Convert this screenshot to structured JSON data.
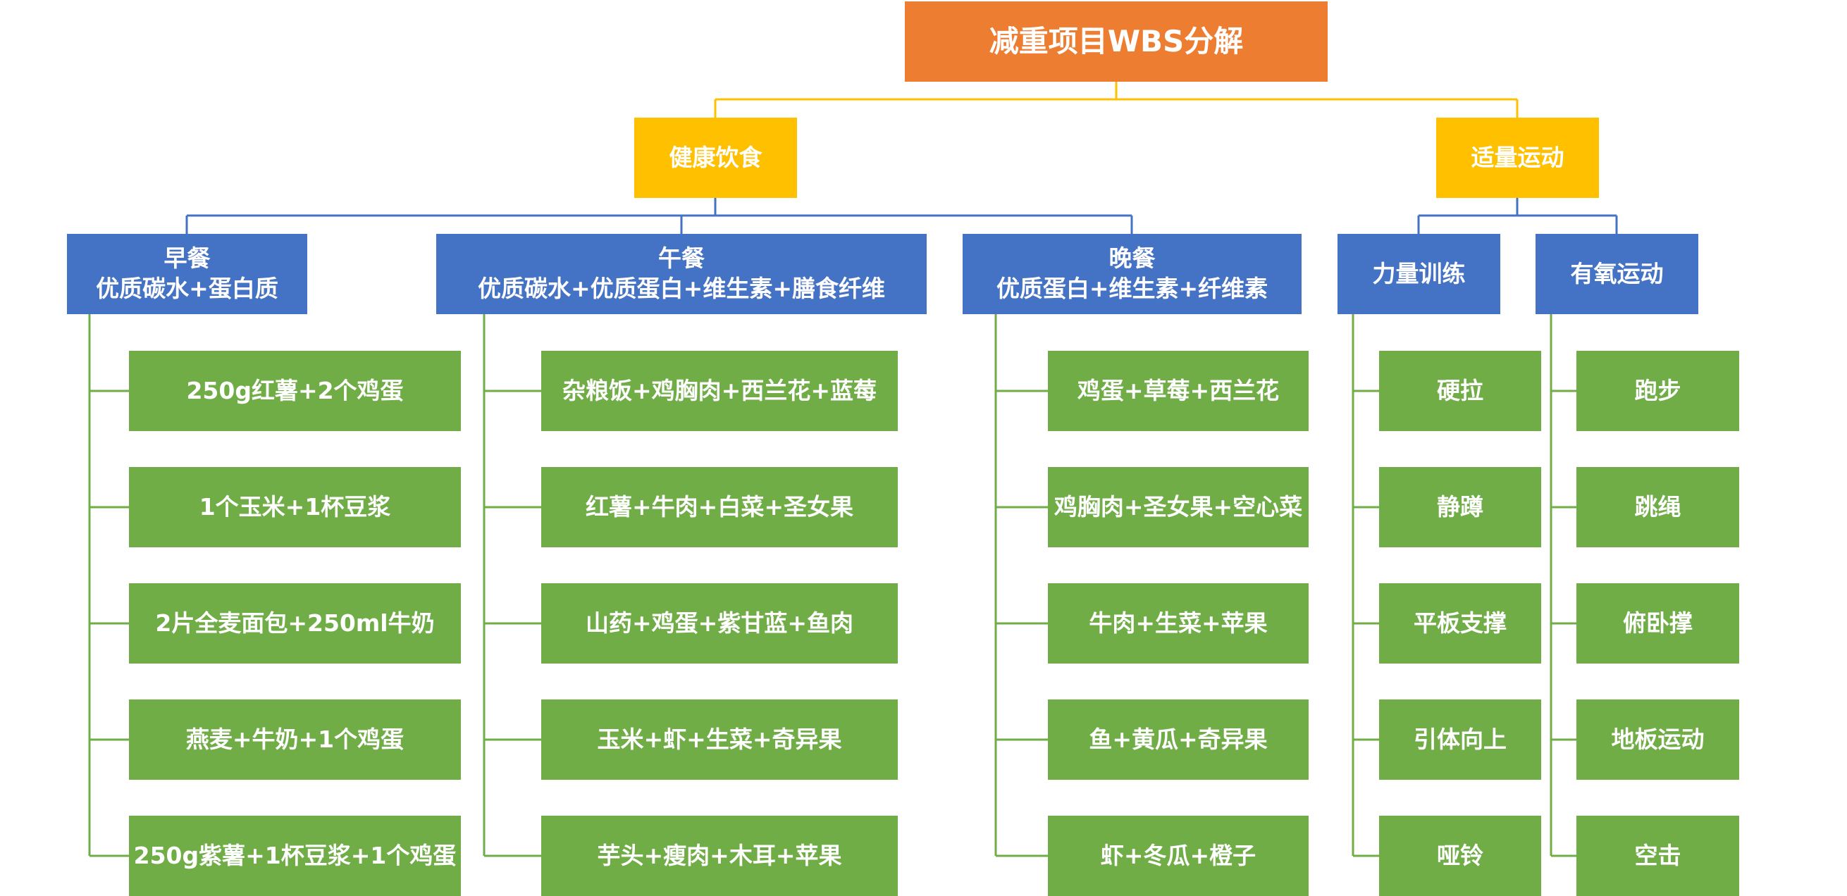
{
  "title": "减重项目WBS分解",
  "colors": {
    "root": "#ED7D31",
    "level1": "#FFC000",
    "level2": "#4472C4",
    "leaf": "#70AD47",
    "connector_top": "#FFC000",
    "connector_mid": "#4472C4",
    "connector_leaf": "#70AD47"
  },
  "branches": [
    {
      "label": "健康饮食",
      "groups": [
        {
          "title": "早餐",
          "subtitle": "优质碳水+蛋白质",
          "items": [
            "250g红薯+2个鸡蛋",
            "1个玉米+1杯豆浆",
            "2片全麦面包+250ml牛奶",
            "燕麦+牛奶+1个鸡蛋",
            "250g紫薯+1杯豆浆+1个鸡蛋"
          ]
        },
        {
          "title": "午餐",
          "subtitle": "优质碳水+优质蛋白+维生素+膳食纤维",
          "items": [
            "杂粮饭+鸡胸肉+西兰花+蓝莓",
            "红薯+牛肉+白菜+圣女果",
            "山药+鸡蛋+紫甘蓝+鱼肉",
            "玉米+虾+生菜+奇异果",
            "芋头+瘦肉+木耳+苹果"
          ]
        },
        {
          "title": "晚餐",
          "subtitle": "优质蛋白+维生素+纤维素",
          "items": [
            "鸡蛋+草莓+西兰花",
            "鸡胸肉+圣女果+空心菜",
            "牛肉+生菜+苹果",
            "鱼+黄瓜+奇异果",
            "虾+冬瓜+橙子"
          ]
        }
      ]
    },
    {
      "label": "适量运动",
      "groups": [
        {
          "title": "力量训练",
          "subtitle": "",
          "items": [
            "硬拉",
            "静蹲",
            "平板支撑",
            "引体向上",
            "哑铃"
          ]
        },
        {
          "title": "有氧运动",
          "subtitle": "",
          "items": [
            "跑步",
            "跳绳",
            "俯卧撑",
            "地板运动",
            "空击"
          ]
        }
      ]
    }
  ]
}
